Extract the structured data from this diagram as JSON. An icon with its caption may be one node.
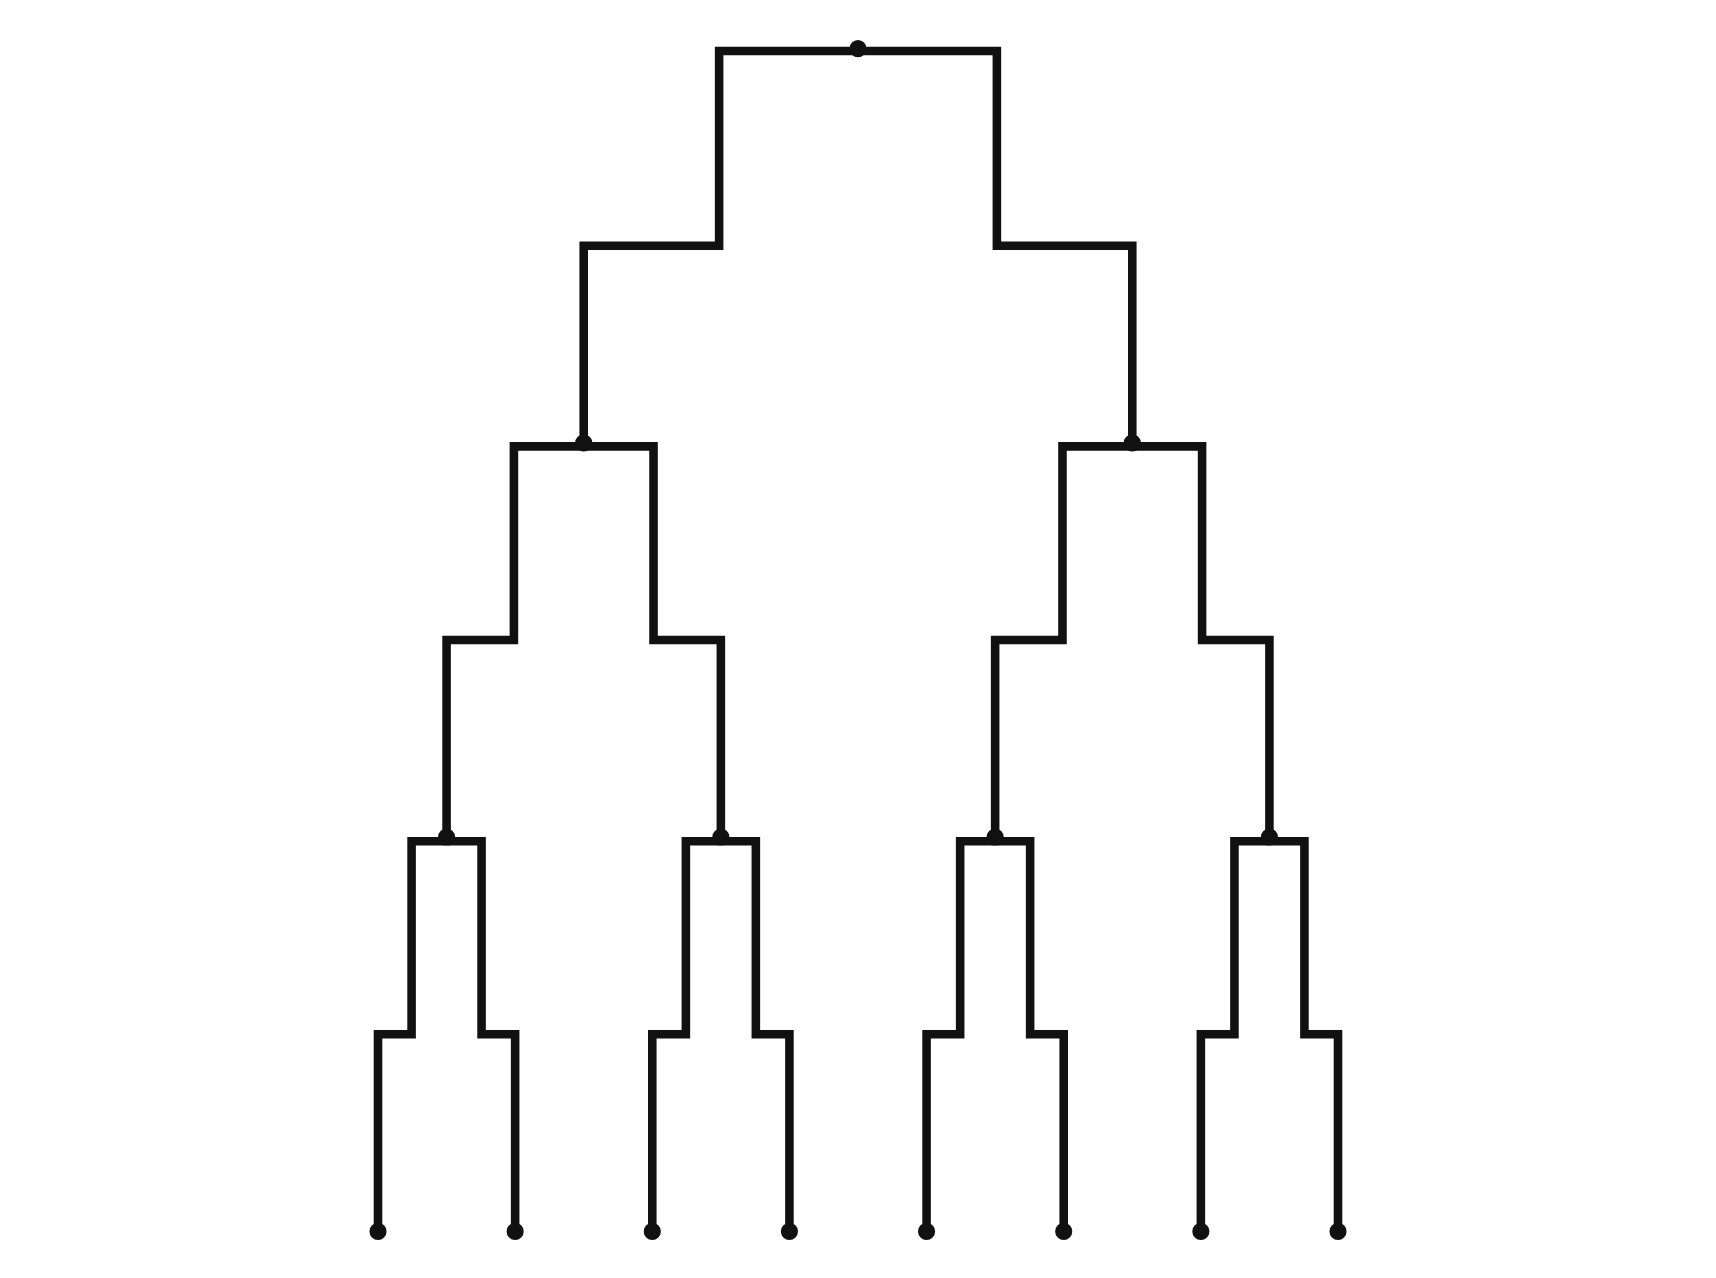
{
  "diagram": {
    "nodes": [
      {
        "text": [],
        "shape": "circle"
      },
      {
        "text": [],
        "shape": "circle"
      },
      {
        "text": [],
        "shape": "circle"
      },
      {
        "text": [],
        "shape": "circle"
      },
      {
        "text": [],
        "shape": "circle"
      },
      {
        "text": [],
        "shape": "circle"
      },
      {
        "text": [],
        "shape": "circle"
      },
      {
        "text": [],
        "shape": "circle"
      },
      {
        "text": [],
        "shape": "circle"
      },
      {
        "text": [],
        "shape": "circle"
      },
      {
        "text": [],
        "shape": "circle"
      },
      {
        "text": [],
        "shape": "circle"
      },
      {
        "text": [],
        "shape": "circle"
      },
      {
        "text": [],
        "shape": "circle"
      },
      {
        "text": [],
        "shape": "circle"
      }
    ],
    "edges": [
      {
        "from": 0,
        "to": 1,
        "arrow": "none"
      },
      {
        "from": 0,
        "to": 2,
        "arrow": "none"
      },
      {
        "from": 1,
        "to": 3,
        "arrow": "none"
      },
      {
        "from": 1,
        "to": 4,
        "arrow": "none"
      },
      {
        "from": 2,
        "to": 5,
        "arrow": "none"
      },
      {
        "from": 2,
        "to": 6,
        "arrow": "none"
      },
      {
        "from": 3,
        "to": 7,
        "arrow": "none"
      },
      {
        "from": 3,
        "to": 8,
        "arrow": "none"
      },
      {
        "from": 4,
        "to": 9,
        "arrow": "none"
      },
      {
        "from": 4,
        "to": 10,
        "arrow": "none"
      },
      {
        "from": 5,
        "to": 11,
        "arrow": "none"
      },
      {
        "from": 5,
        "to": 12,
        "arrow": "none"
      },
      {
        "from": 6,
        "to": 13,
        "arrow": "none"
      },
      {
        "from": 6,
        "to": 14,
        "arrow": "none"
      }
    ]
  }
}
